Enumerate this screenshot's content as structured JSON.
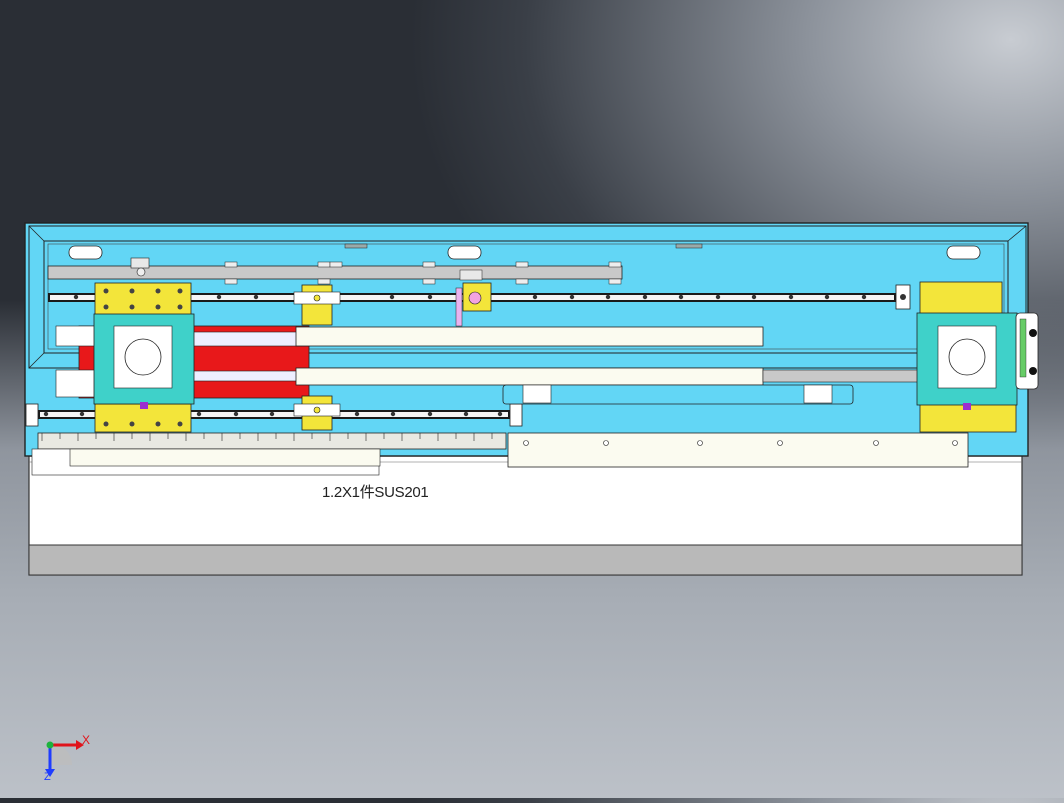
{
  "viewport": {
    "title": "Top view",
    "annotation_text": "1.2X1件SUS201"
  },
  "triad": {
    "x_label": "X",
    "z_label": "Z"
  },
  "colors": {
    "frame_cyan": "#62d6f5",
    "carriage_yellow": "#f3e53a",
    "motor_teal": "#3fd1c9",
    "actuator_red": "#e8181a",
    "rail_black": "#1a1a1a",
    "cover_plate": "#fbfbf0",
    "base_white": "#ffffff",
    "base_gray": "#b9b9b9",
    "rod_gray": "#c9c9c9",
    "accent_pink": "#f2a3e0",
    "accent_purple": "#9b2fd0"
  },
  "icons": {
    "triad": "coordinate-triad-icon"
  }
}
